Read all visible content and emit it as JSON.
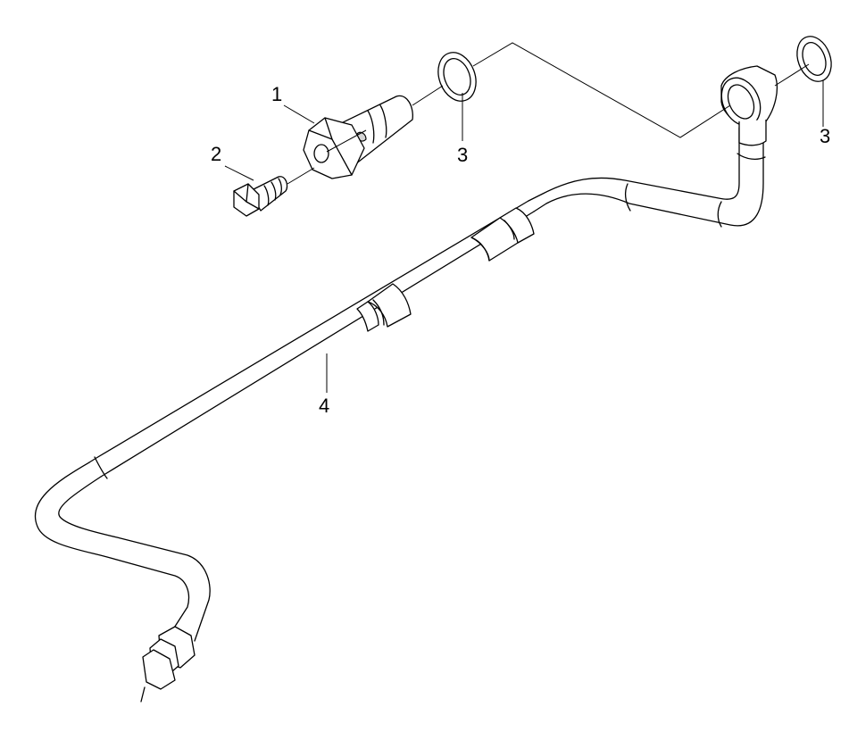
{
  "callouts": {
    "banjo_bolt": "1",
    "bolt": "2",
    "washer_left": "3",
    "washer_right": "3",
    "pipe": "4"
  }
}
